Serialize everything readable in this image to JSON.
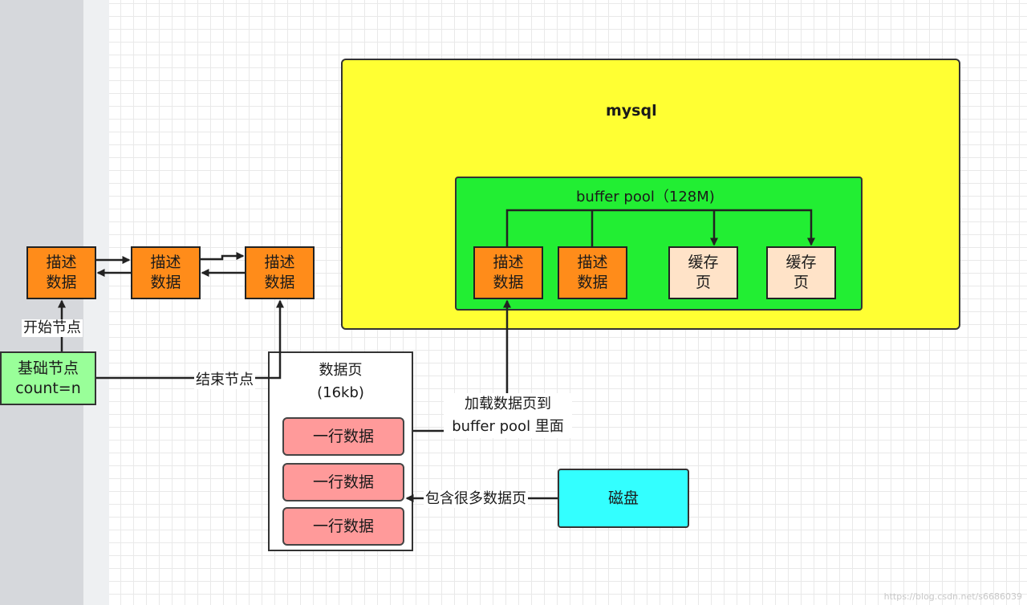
{
  "mysql": {
    "title": "mysql",
    "buffer_pool": {
      "title": "buffer pool（128M)",
      "items": [
        "描述\n数据",
        "描述\n数据",
        "缓存\n页",
        "缓存\n页"
      ]
    }
  },
  "chain": {
    "nodes": [
      "描述\n数据",
      "描述\n数据",
      "描述\n数据"
    ],
    "base_node": "基础节点\ncount=n",
    "start_label": "开始节点",
    "end_label": "结束节点"
  },
  "data_page": {
    "title": "数据页\n(16kb)",
    "rows": [
      "一行数据",
      "一行数据",
      "一行数据"
    ]
  },
  "disk": {
    "label": "磁盘",
    "contains_label": "包含很多数据页"
  },
  "load_label": "加载数据页到\nbuffer pool 里面",
  "watermark": "https://blog.csdn.net/s6686039",
  "colors": {
    "mysql_bg": "#ffff33",
    "buffer_pool_bg": "#22ee33",
    "descriptor_bg": "#ff8c1a",
    "cache_page_bg": "#ffe3c8",
    "row_bg": "#ff9a9a",
    "base_node_bg": "#99ff99",
    "disk_bg": "#33ffff"
  }
}
